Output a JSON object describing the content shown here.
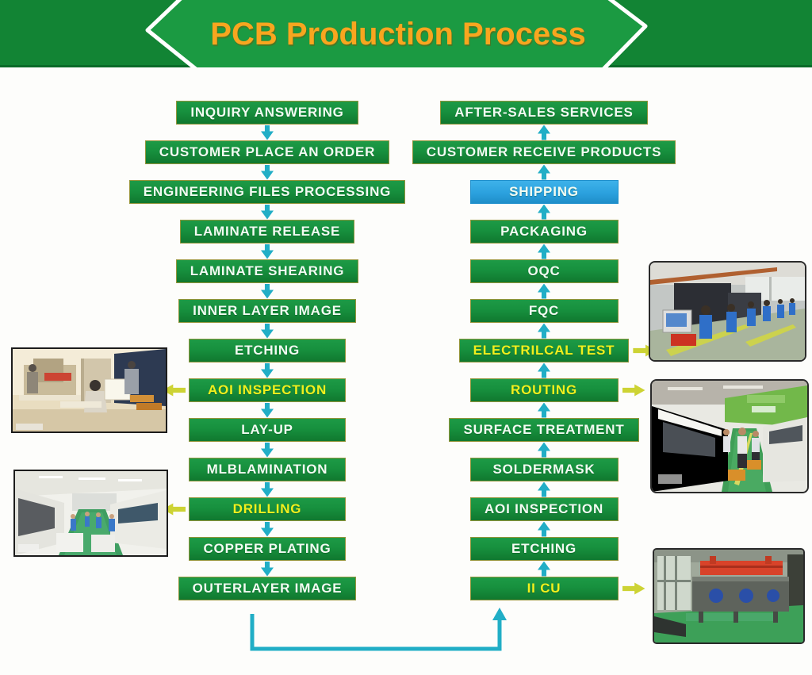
{
  "banner": {
    "title": "PCB Production Process"
  },
  "colors": {
    "banner_green": "#128434",
    "ribbon_green": "#1B9A42",
    "title_orange": "#F8A61F",
    "box_green": "#17903E",
    "box_border": "#93953B",
    "box_text_white": "#F2FBF2",
    "box_text_yellow": "#F2EF1D",
    "shipping_blue": "#2BA1DE",
    "flow_arrow_teal": "#21AEC6",
    "side_arrow_yellow": "#CDD334"
  },
  "flow": {
    "left_column": {
      "direction": "down",
      "steps": [
        {
          "label": "INQUIRY ANSWERING"
        },
        {
          "label": "CUSTOMER PLACE AN ORDER"
        },
        {
          "label": "ENGINEERING FILES PROCESSING"
        },
        {
          "label": "LAMINATE RELEASE"
        },
        {
          "label": "LAMINATE SHEARING"
        },
        {
          "label": "INNER LAYER IMAGE"
        },
        {
          "label": "ETCHING"
        },
        {
          "label": "AOI INSPECTION",
          "text": "yellow",
          "side_arrow": "left"
        },
        {
          "label": "LAY-UP"
        },
        {
          "label": "MLBLAMINATION"
        },
        {
          "label": "DRILLING",
          "text": "yellow",
          "side_arrow": "left"
        },
        {
          "label": "COPPER PLATING"
        },
        {
          "label": "OUTERLAYER IMAGE"
        }
      ]
    },
    "right_column": {
      "direction": "up",
      "steps": [
        {
          "label": "AFTER-SALES SERVICES"
        },
        {
          "label": "CUSTOMER RECEIVE PRODUCTS"
        },
        {
          "label": "SHIPPING",
          "style": "blue"
        },
        {
          "label": "PACKAGING"
        },
        {
          "label": "OQC"
        },
        {
          "label": "FQC"
        },
        {
          "label": "ELECTRILCAL TEST",
          "text": "yellow",
          "side_arrow": "right"
        },
        {
          "label": "ROUTING",
          "text": "yellow",
          "side_arrow": "right"
        },
        {
          "label": "SURFACE TREATMENT"
        },
        {
          "label": "SOLDERMASK"
        },
        {
          "label": "AOI INSPECTION"
        },
        {
          "label": "ETCHING"
        },
        {
          "label": "II CU",
          "text": "yellow",
          "side_arrow": "right"
        }
      ]
    }
  },
  "photos": [
    {
      "name": "aoi-inspection-photo"
    },
    {
      "name": "drilling-machines-photo"
    },
    {
      "name": "electrical-test-photo"
    },
    {
      "name": "routing-machines-photo"
    },
    {
      "name": "plating-line-photo"
    }
  ]
}
